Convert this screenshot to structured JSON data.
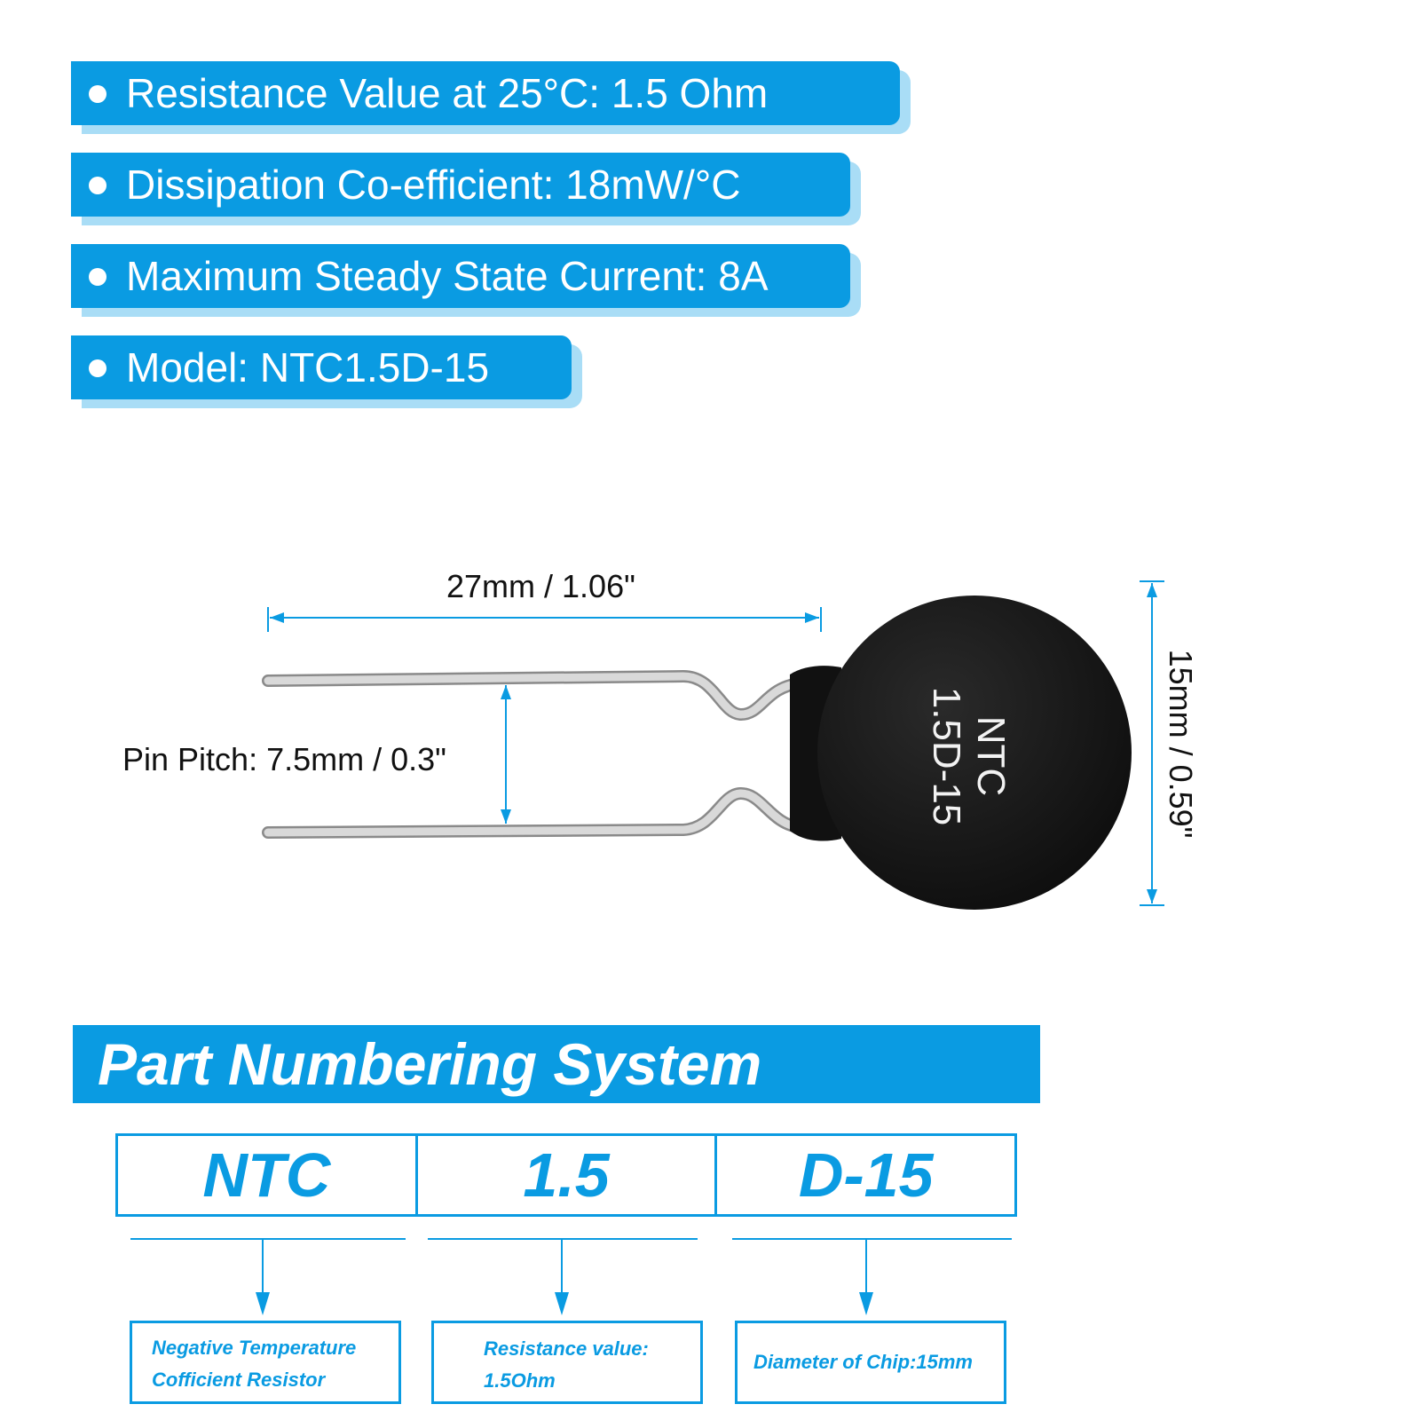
{
  "specs": [
    "Resistance Value at 25°C: 1.5 Ohm",
    "Dissipation Co-efficient: 18mW/°C",
    "Maximum Steady State Current: 8A",
    "Model: NTC1.5D-15"
  ],
  "dimensions": {
    "length": "27mm / 1.06\"",
    "pin_pitch": "Pin Pitch: 7.5mm / 0.3\"",
    "diameter": "15mm / 0.59\""
  },
  "component_marking": {
    "line1": "NTC",
    "line2": "1.5D-15"
  },
  "part_numbering": {
    "title": "Part Numbering System",
    "codes": [
      "NTC",
      "1.5",
      "D-15"
    ],
    "descriptions": [
      [
        "Negative Temperature",
        "Cofficient Resistor"
      ],
      [
        "Resistance value:",
        "1.5Ohm"
      ],
      [
        "Diameter of Chip:15mm"
      ]
    ]
  },
  "colors": {
    "accent": "#0a9be2",
    "accent_light": "#a9ddf6",
    "component_body": "#151515",
    "lead_wire": "#c8c8c8"
  }
}
